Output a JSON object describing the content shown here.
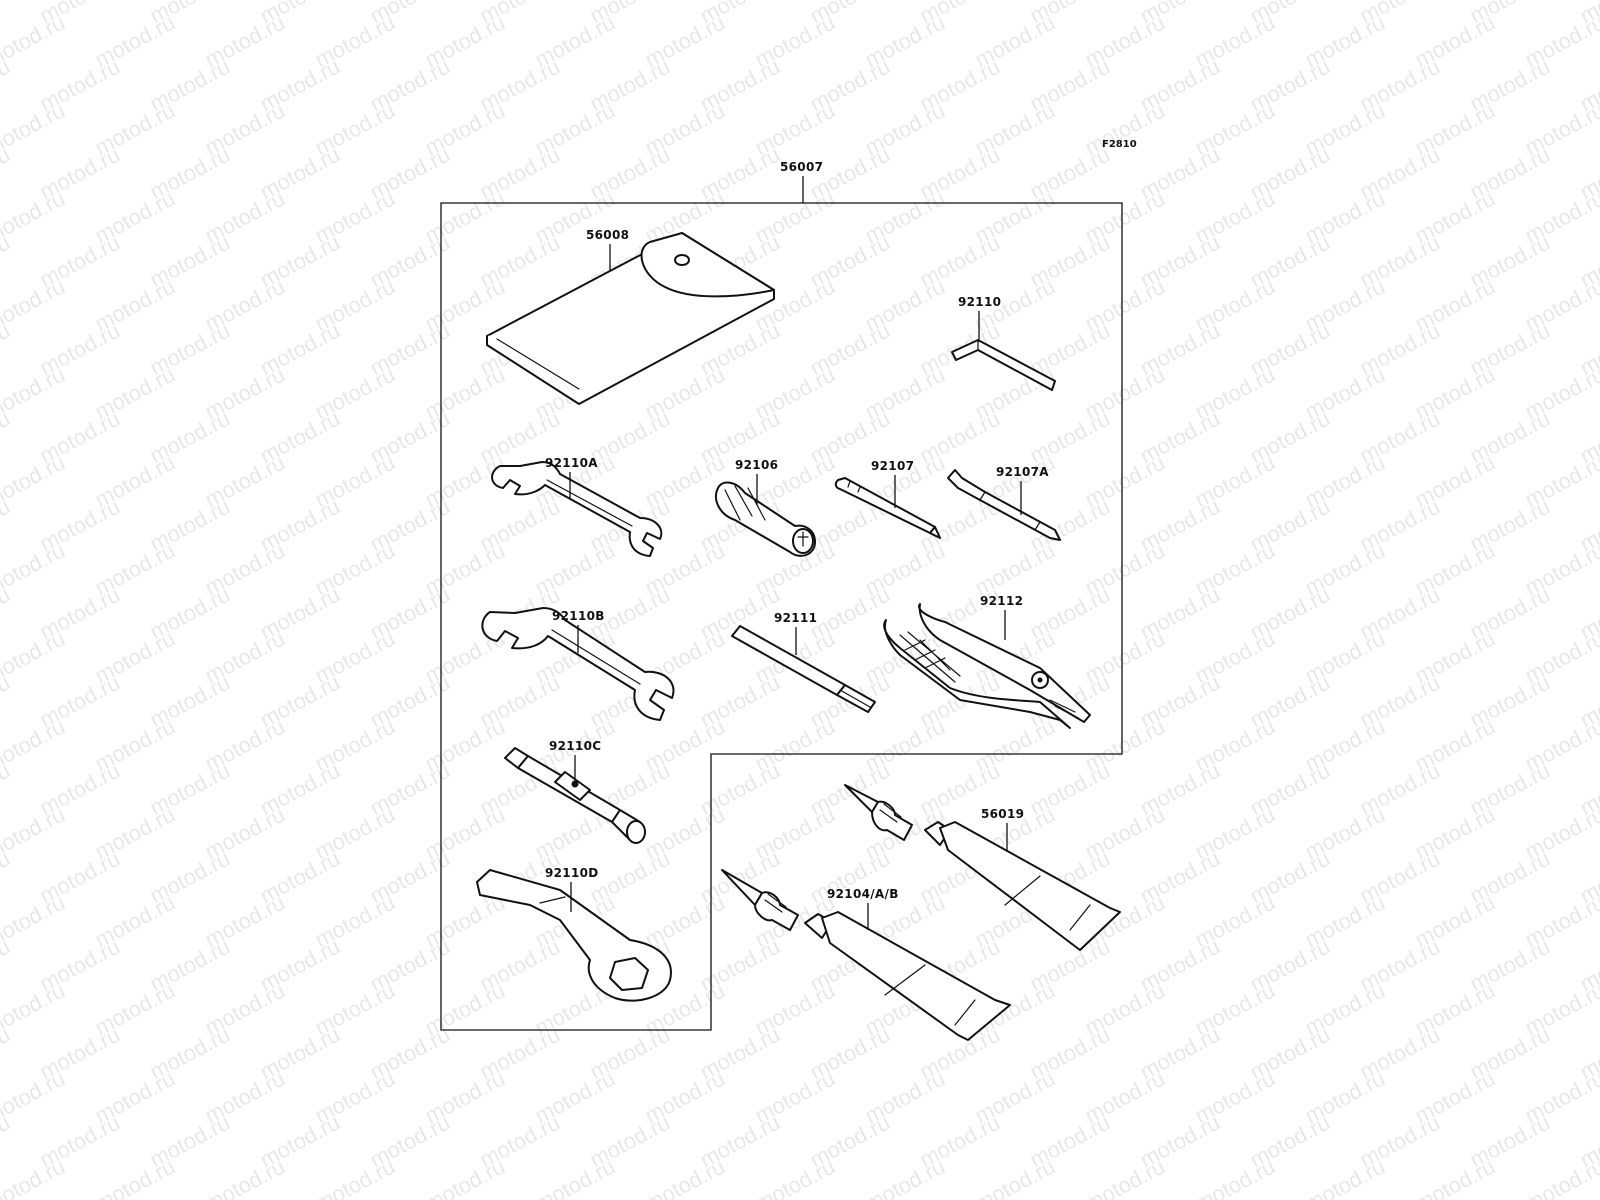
{
  "diagram": {
    "figure_code": "F2810",
    "kit_label": "56007",
    "watermark_text": "motod.ru",
    "parts": [
      {
        "id": "pouch",
        "label": "56008",
        "icon": "tool-pouch-icon"
      },
      {
        "id": "hex-key",
        "label": "92110",
        "icon": "hex-key-icon"
      },
      {
        "id": "wrench-a",
        "label": "92110A",
        "icon": "open-end-wrench-icon"
      },
      {
        "id": "screwdriver-handle",
        "label": "92106",
        "icon": "screwdriver-handle-icon"
      },
      {
        "id": "screwdriver-bit",
        "label": "92107",
        "icon": "screwdriver-bit-icon"
      },
      {
        "id": "screwdriver-bit-a",
        "label": "92107A",
        "icon": "screwdriver-bit-icon"
      },
      {
        "id": "wrench-b",
        "label": "92110B",
        "icon": "open-end-wrench-icon"
      },
      {
        "id": "extension-bar",
        "label": "92111",
        "icon": "extension-bar-icon"
      },
      {
        "id": "pliers",
        "label": "92112",
        "icon": "pliers-icon"
      },
      {
        "id": "socket-wrench",
        "label": "92110C",
        "icon": "socket-wrench-icon"
      },
      {
        "id": "box-wrench",
        "label": "92110D",
        "icon": "box-wrench-icon"
      },
      {
        "id": "grease-tube-large",
        "label": "56019",
        "icon": "grease-tube-icon"
      },
      {
        "id": "grease-tube-small",
        "label": "92104/A/B",
        "icon": "grease-tube-icon"
      }
    ]
  }
}
